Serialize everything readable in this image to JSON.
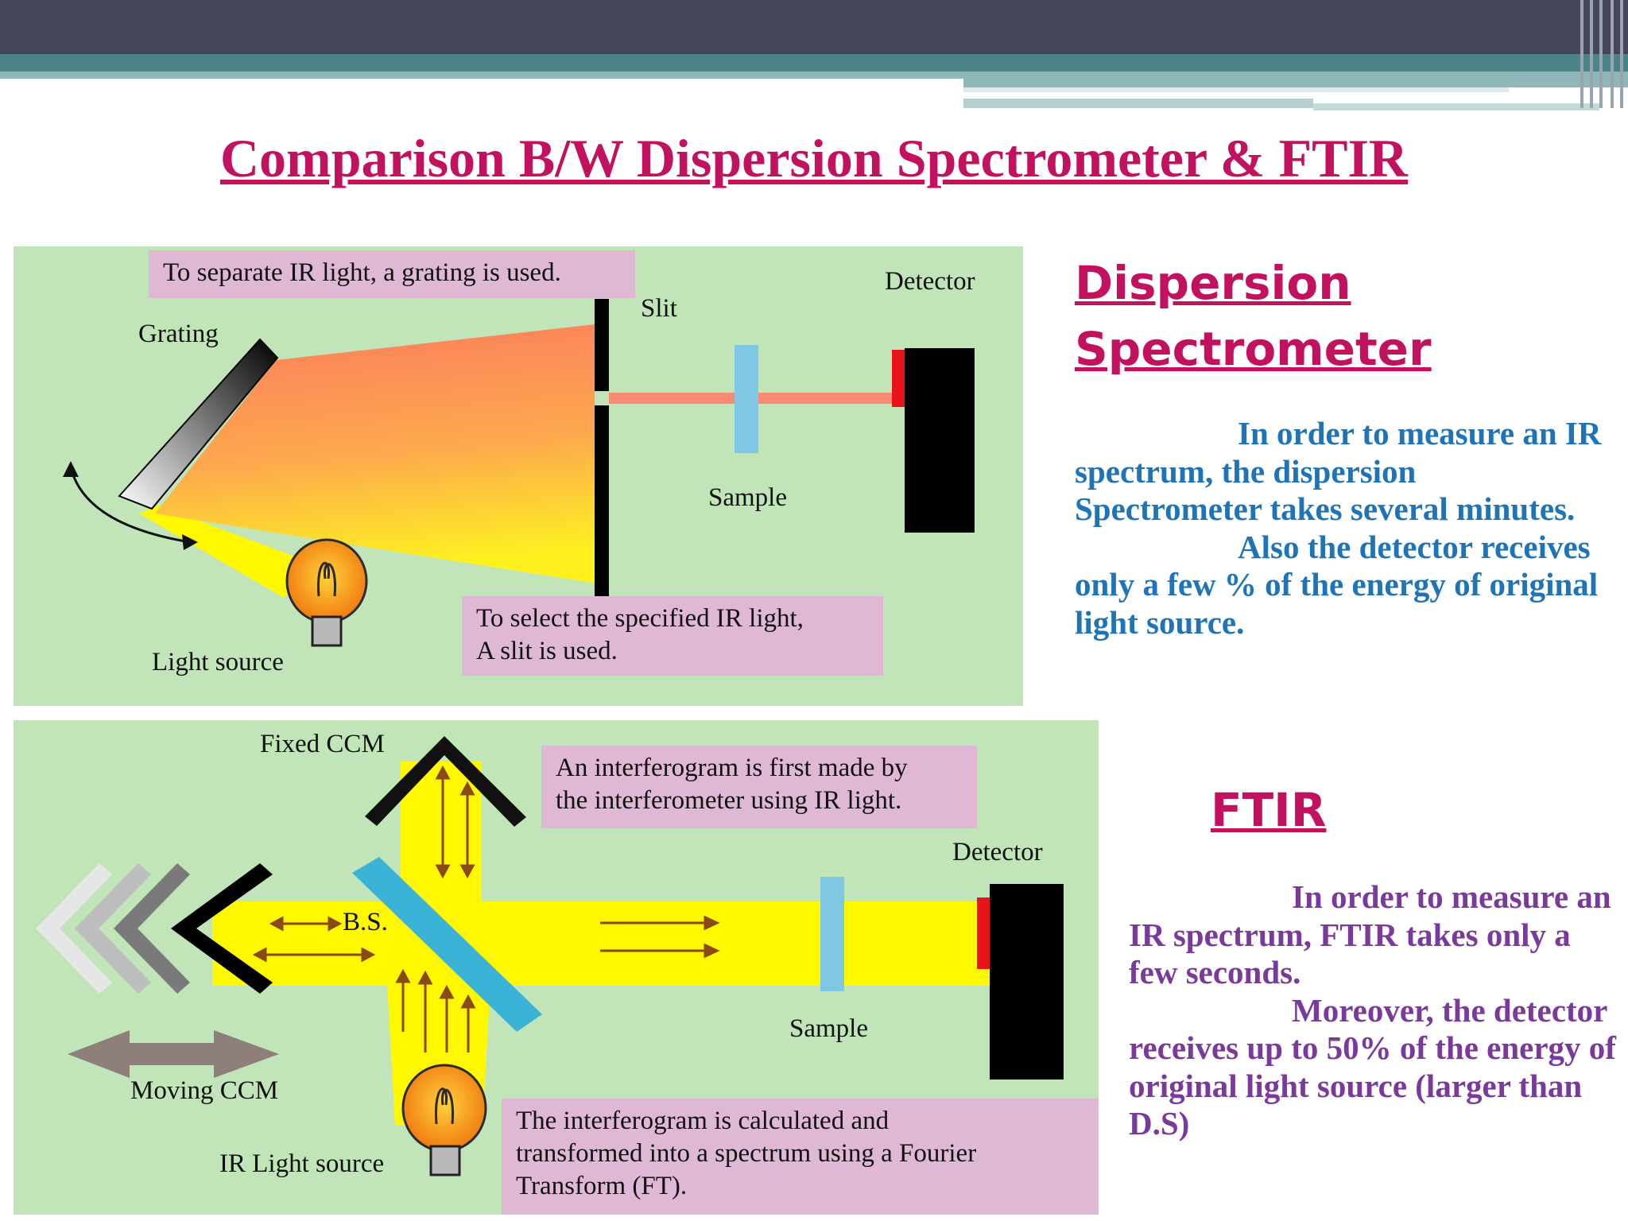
{
  "slide": {
    "title": "Comparison B/W Dispersion Spectrometer & FTIR",
    "colors": {
      "title": "#c2125f",
      "ds_text": "#1f74b8",
      "ftir_text": "#7a3a9c",
      "panel_bg": "#c1e5b8",
      "note_bg": "#dfb8d5"
    }
  },
  "dispersion_diagram": {
    "note_grating": "To separate IR light, a grating is used.",
    "note_slit_line1": "To select the specified IR light,",
    "note_slit_line2": "A slit is used.",
    "label_grating": "Grating",
    "label_slit": "Slit",
    "label_detector": "Detector",
    "label_sample": "Sample",
    "label_light_source": "Light source"
  },
  "ftir_diagram": {
    "note_interferogram_line1": "An interferogram is first made by",
    "note_interferogram_line2": "the interferometer using IR light.",
    "note_ft_line1": "The interferogram is calculated and",
    "note_ft_line2": "transformed into a spectrum using a Fourier",
    "note_ft_line3": "Transform (FT).",
    "label_fixed_ccm": "Fixed CCM",
    "label_bs": "B.S.",
    "label_detector": "Detector",
    "label_sample": "Sample",
    "label_moving_ccm": "Moving CCM",
    "label_ir_source": "IR Light source"
  },
  "dispersion_section": {
    "heading_line1": "Dispersion",
    "heading_line2": "Spectrometer",
    "para1_lead": "In order to measure",
    "para1_rest": "an IR spectrum, the dispersion Spectrometer takes several minutes.",
    "para2_lead": "Also the detector",
    "para2_rest": "receives only a few % of the energy of original light source."
  },
  "ftir_section": {
    "heading": "FTIR",
    "para1_lead": "In order to",
    "para1_rest": "measure an IR spectrum, FTIR takes only a few seconds.",
    "para2_lead": "Moreover, the",
    "para2_rest": "detector receives up to 50% of the energy of original light source (larger than D.S)"
  }
}
